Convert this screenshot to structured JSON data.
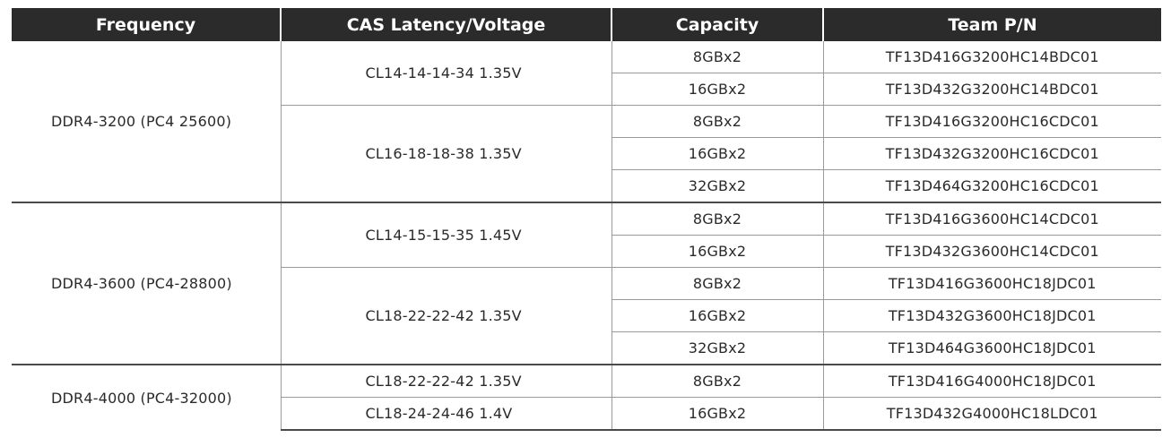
{
  "table": {
    "headers": [
      "Frequency",
      "CAS Latency/Voltage",
      "Capacity",
      "Team P/N"
    ],
    "groups": [
      {
        "frequency": "DDR4-3200 (PC4 25600)",
        "latencies": [
          {
            "latency": "CL14-14-14-34 1.35V",
            "rows": [
              {
                "capacity": "8GBx2",
                "pn": "TF13D416G3200HC14BDC01"
              },
              {
                "capacity": "16GBx2",
                "pn": "TF13D432G3200HC14BDC01"
              }
            ]
          },
          {
            "latency": "CL16-18-18-38 1.35V",
            "rows": [
              {
                "capacity": "8GBx2",
                "pn": "TF13D416G3200HC16CDC01"
              },
              {
                "capacity": "16GBx2",
                "pn": "TF13D432G3200HC16CDC01"
              },
              {
                "capacity": "32GBx2",
                "pn": "TF13D464G3200HC16CDC01"
              }
            ]
          }
        ]
      },
      {
        "frequency": "DDR4-3600 (PC4-28800)",
        "latencies": [
          {
            "latency": "CL14-15-15-35 1.45V",
            "rows": [
              {
                "capacity": "8GBx2",
                "pn": "TF13D416G3600HC14CDC01"
              },
              {
                "capacity": "16GBx2",
                "pn": "TF13D432G3600HC14CDC01"
              }
            ]
          },
          {
            "latency": "CL18-22-22-42 1.35V",
            "rows": [
              {
                "capacity": "8GBx2",
                "pn": "TF13D416G3600HC18JDC01"
              },
              {
                "capacity": "16GBx2",
                "pn": "TF13D432G3600HC18JDC01"
              },
              {
                "capacity": "32GBx2",
                "pn": "TF13D464G3600HC18JDC01"
              }
            ]
          }
        ]
      },
      {
        "frequency": "DDR4-4000 (PC4-32000)",
        "latencies": [
          {
            "latency": "CL18-22-22-42 1.35V",
            "rows": [
              {
                "capacity": "8GBx2",
                "pn": "TF13D416G4000HC18JDC01"
              }
            ]
          },
          {
            "latency": "CL18-24-24-46 1.4V",
            "rows": [
              {
                "capacity": "16GBx2",
                "pn": "TF13D432G4000HC18LDC01"
              }
            ]
          }
        ]
      }
    ]
  },
  "colors": {
    "header_bg": "#2b2b2b",
    "header_text": "#ffffff",
    "body_text": "#2a2a2a",
    "grid_line": "#9a9a9a"
  }
}
